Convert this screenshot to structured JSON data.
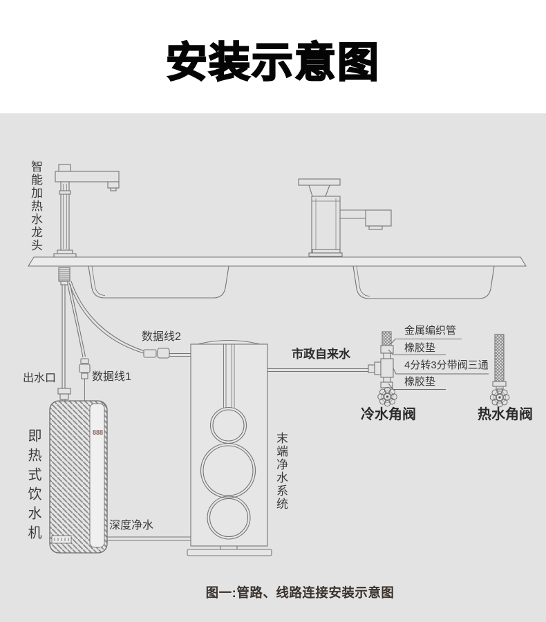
{
  "title": "安装示意图",
  "caption": "图一:管路、线路连接安装示意图",
  "device_display": {
    "value": "888"
  },
  "labels": {
    "smart_faucet": "智能加热水龙头",
    "data_cable_2": "数据线2",
    "data_cable_1": "数据线1",
    "water_outlet": "出水口",
    "instant_water_dispenser": "即热式饮水机",
    "terminal_purification_system": "末端净水系统",
    "municipal_tap_water": "市政自来水",
    "metal_braided_pipe": "金属编织管",
    "rubber_gasket_upper": "橡胶垫",
    "tee_valve_adapter": "4分转3分带阀三通",
    "rubber_gasket_lower": "橡胶垫",
    "cold_water_angle_valve": "冷水角阀",
    "hot_water_angle_valve": "热水角阀",
    "deep_purified_water": "深度净水"
  },
  "colors": {
    "panel_bg": "#e4e3e3",
    "line": "#757575",
    "label_text": "#3a3a3a",
    "led_text": "#8d7166",
    "title_text": "#050505"
  }
}
